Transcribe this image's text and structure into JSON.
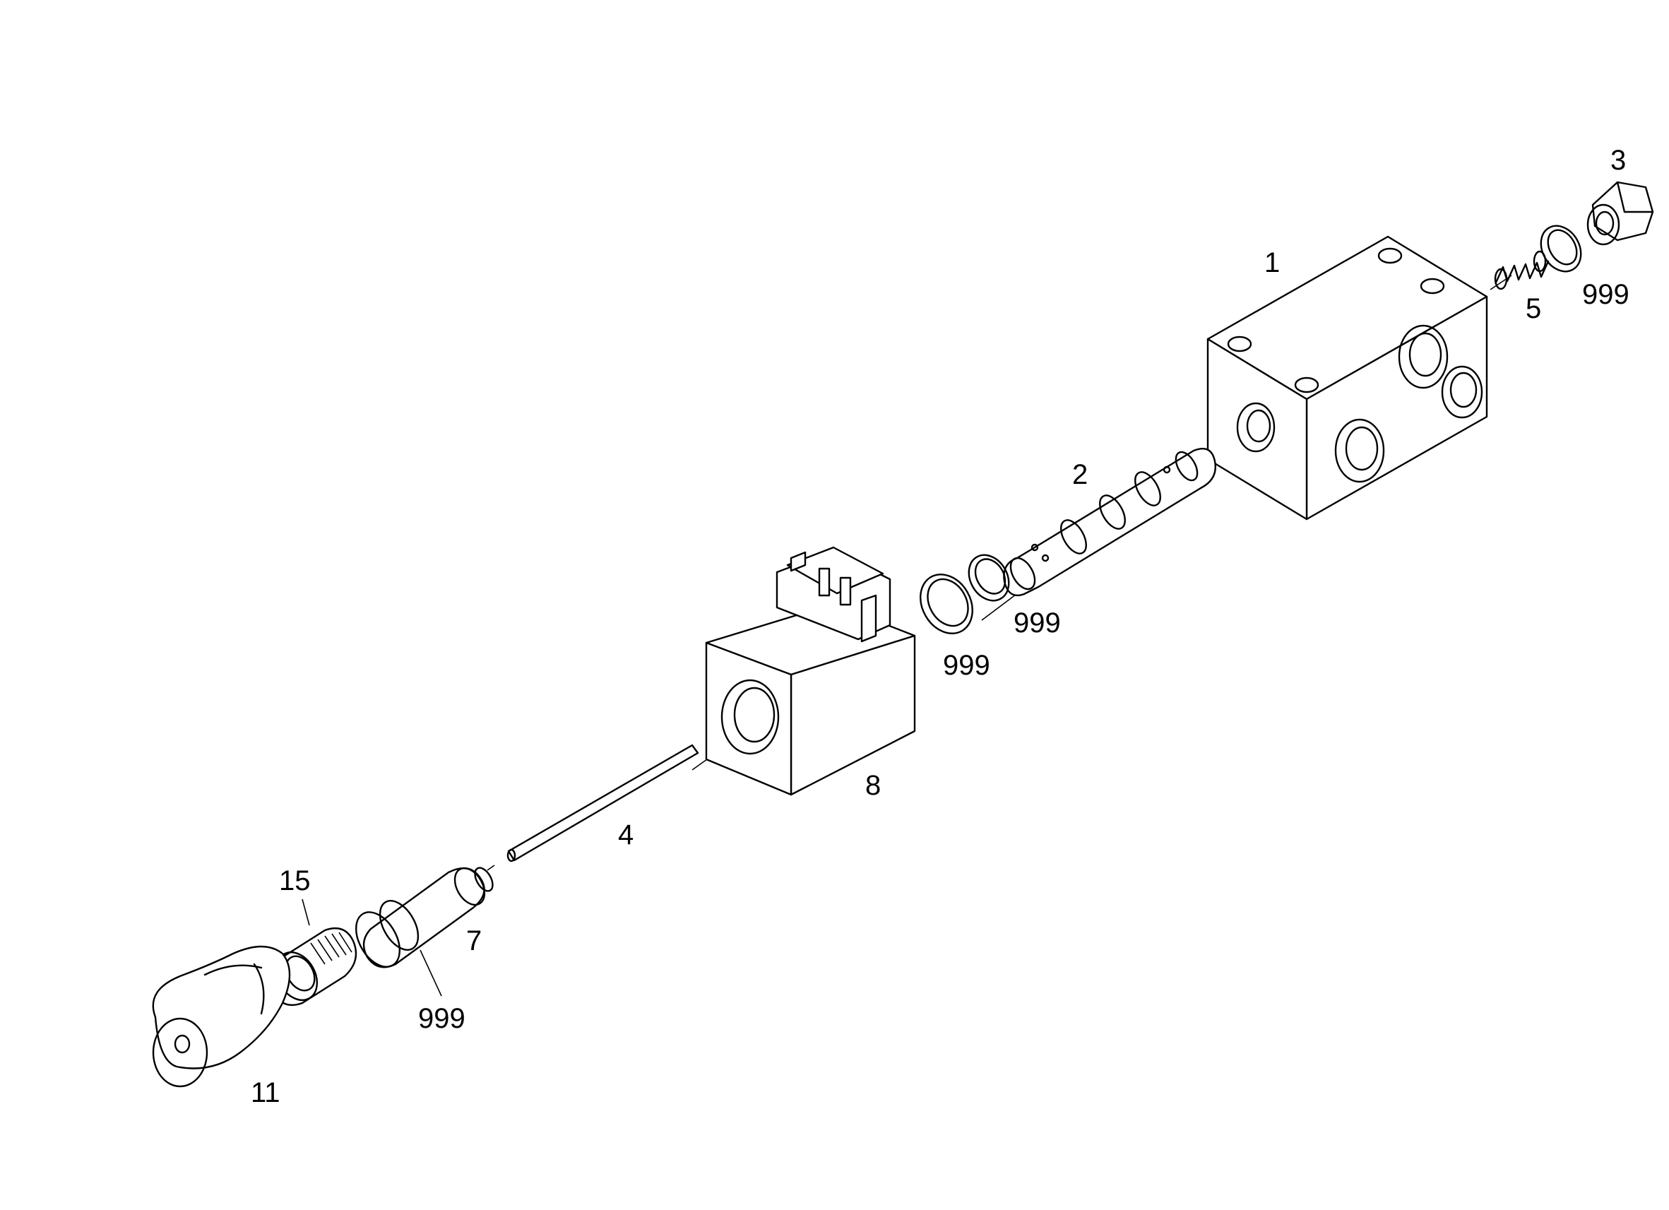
{
  "labels": {
    "p1": "1",
    "p2": "2",
    "p3": "3",
    "p4": "4",
    "p5": "5",
    "p7": "7",
    "p8": "8",
    "p11": "11",
    "p15": "15",
    "seal_a": "999",
    "seal_b": "999",
    "seal_c": "999",
    "seal_d": "999"
  }
}
